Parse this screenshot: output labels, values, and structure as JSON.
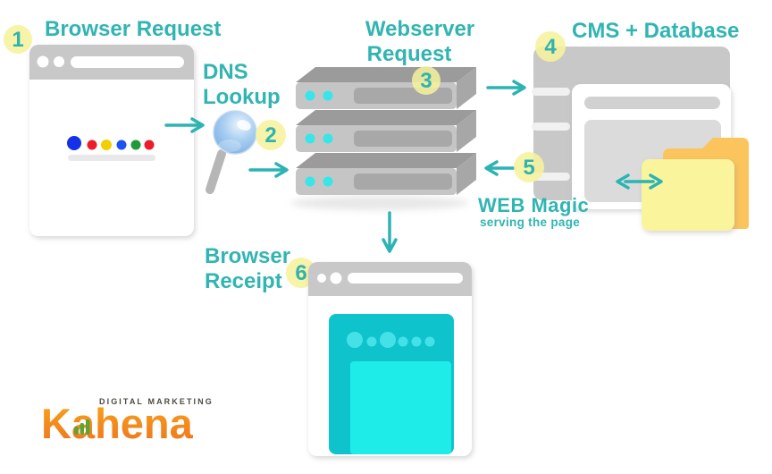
{
  "steps": {
    "step1": {
      "number": "1",
      "label": "Browser Request"
    },
    "step2": {
      "number": "2",
      "line1": "DNS",
      "line2": "Lookup"
    },
    "step3": {
      "number": "3",
      "line1": "Webserver",
      "line2": "Request"
    },
    "step4": {
      "number": "4",
      "label": "CMS + Database"
    },
    "step5": {
      "number": "5",
      "line1": "WEB Magic",
      "line2": "serving the page"
    },
    "step6": {
      "number": "6",
      "line1": "Browser",
      "line2": "Receipt"
    }
  },
  "logo": {
    "brand": "Kahena",
    "tagline": "DIGITAL MARKETING"
  },
  "icons": {
    "browser_request": "browser-window-icon",
    "dns_lookup": "magnifying-glass-icon",
    "webserver": "server-stack-icon",
    "cms": "cms-window-icon",
    "database_files": "folder-icon",
    "browser_receipt": "browser-window-icon",
    "flow": "arrow-icon",
    "sync": "double-arrow-icon"
  },
  "colors": {
    "teal_text": "#31b5b2",
    "arrow_teal": "#2cb3b3",
    "badge_yellow": "#f6f29e",
    "window_gray": "#c9c8c8",
    "server_gray": "#c6c5c5",
    "server_top_gray": "#9c9b9b",
    "cyan_dot": "#35e6ea",
    "receipt_teal": "#0fc3cd",
    "receipt_cyan": "#1dece9",
    "folder_front": "#faf49c",
    "folder_back": "#fbc45c",
    "lens_blue": "#7fb2e4",
    "logo_orange": "#f28a1e",
    "logo_green": "#5fa433",
    "google_dots": [
      "#1430e8",
      "#ed1c2a",
      "#f3cf00",
      "#1c52ef",
      "#1f9a3a",
      "#ed1c2a"
    ]
  }
}
